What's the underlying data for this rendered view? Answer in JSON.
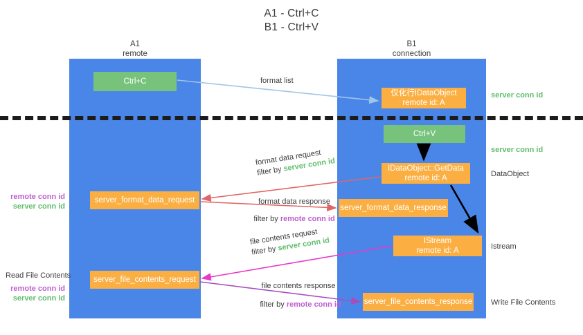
{
  "title": {
    "line1": "A1 - Ctrl+C",
    "line2": "B1 - Ctrl+V"
  },
  "columns": {
    "left": {
      "name": "A1",
      "role": "remote"
    },
    "right": {
      "name": "B1",
      "role": "connection"
    }
  },
  "nodes": {
    "ctrl_c": {
      "line1": "Ctrl+C",
      "line2": "",
      "color": "#77c37c"
    },
    "idataobject": {
      "line1": "仅化行IDataObject",
      "line2": "remote id: A",
      "color": "#fbaf43"
    },
    "ctrl_v": {
      "line1": "Ctrl+V",
      "line2": "",
      "color": "#77c37c"
    },
    "getdata": {
      "line1": "IDataObject::GetData",
      "line2": "remote id: A",
      "color": "#fbaf43"
    },
    "istream": {
      "line1": "IStream",
      "line2": "remote id: A",
      "color": "#fbaf43"
    },
    "server_format_data_request": {
      "line1": "server_format_data_request",
      "line2": "",
      "color": "#fbaf43"
    },
    "server_format_data_response": {
      "line1": "server_format_data_response",
      "line2": "",
      "color": "#fbaf43"
    },
    "server_file_contents_request": {
      "line1": "server_file_contents_request",
      "line2": "",
      "color": "#fbaf43"
    },
    "server_file_contents_response": {
      "line1": "server_file_contents_response",
      "line2": "",
      "color": "#fbaf43"
    }
  },
  "edges": {
    "format_list": {
      "label": "format list"
    },
    "format_data_request": {
      "line1": "format data request",
      "filter_prefix": "filter by ",
      "filter_value": "server conn id"
    },
    "format_data_response": {
      "line1": "format data response",
      "filter_prefix": "filter by ",
      "filter_value": "remote conn id"
    },
    "file_contents_request": {
      "line1": "file contents request",
      "filter_prefix": "filter by ",
      "filter_value": "server conn id"
    },
    "file_contents_response": {
      "line1": "file contents response",
      "filter_prefix": "filter by ",
      "filter_value": "remote conn id"
    }
  },
  "annotations": {
    "right": {
      "server_conn_id_top": "server conn id",
      "server_conn_id_mid": "server conn id",
      "dataobject": "DataObject",
      "istream": "Istream",
      "write_file_contents": "Write File Contents"
    },
    "left": {
      "remote_conn_id_1": "remote conn id",
      "server_conn_id_1": "server conn id",
      "read_file_contents": "Read File Contents",
      "remote_conn_id_2": "remote conn id",
      "server_conn_id_2": "server conn id"
    }
  },
  "colors": {
    "lane": "#4a86e8",
    "green_node": "#77c37c",
    "orange_node": "#fbaf43",
    "server_conn_id": "#61bd6d",
    "remote_conn_id": "#bf5fd0",
    "arrow_light_blue": "#9fc5e8",
    "arrow_red": "#e06666",
    "arrow_magenta": "#e838c8",
    "arrow_purple": "#a64dbf",
    "arrow_black": "#000000",
    "dash_line": "#1c1c1c"
  }
}
